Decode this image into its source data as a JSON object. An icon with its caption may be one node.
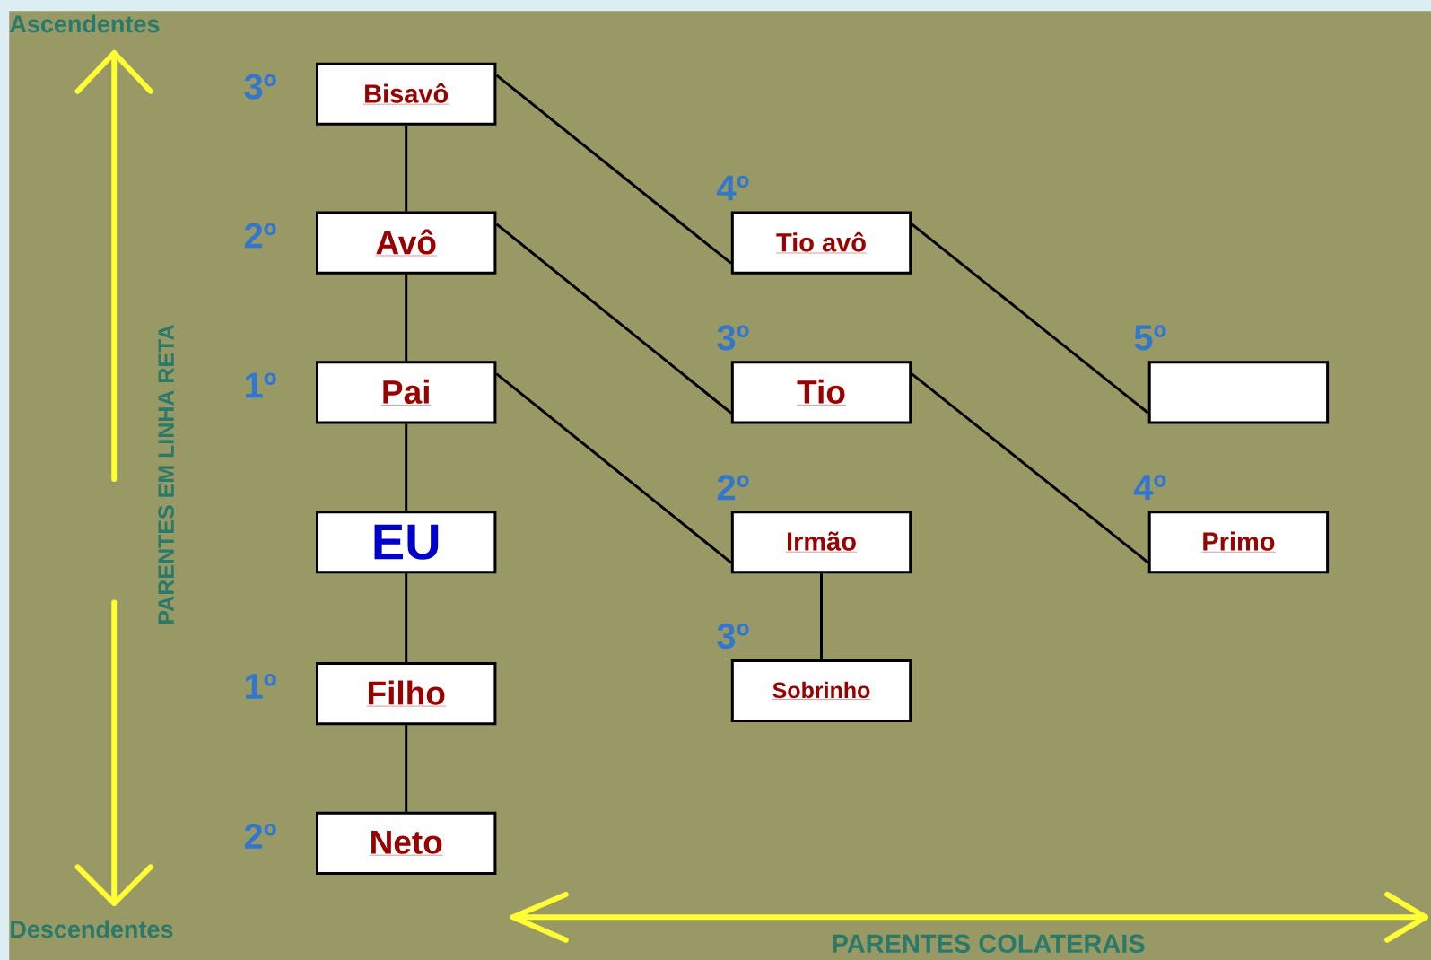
{
  "diagram": {
    "nodes": [
      {
        "text": [
          "Bisavô"
        ],
        "beside": [
          "3º"
        ]
      },
      {
        "text": [
          "Avô"
        ],
        "beside": [
          "2º"
        ]
      },
      {
        "text": [
          "Pai"
        ],
        "beside": [
          "1º"
        ]
      },
      {
        "text": [
          "EU"
        ]
      },
      {
        "text": [
          "Filho"
        ],
        "beside": [
          "1º"
        ]
      },
      {
        "text": [
          "Neto"
        ],
        "beside": [
          "2º"
        ]
      },
      {
        "text": [
          "Tio avô"
        ],
        "beside": [
          "4º"
        ]
      },
      {
        "text": [
          "Tio"
        ],
        "beside": [
          "3º"
        ]
      },
      {
        "text": [
          "Irmão"
        ],
        "beside": [
          "2º"
        ]
      },
      {
        "text": [
          "Sobrinho"
        ],
        "beside": [
          "3º"
        ]
      },
      {
        "text": [],
        "shape": "box",
        "beside": [
          "5º"
        ]
      },
      {
        "text": [
          "Primo"
        ],
        "beside": [
          "4º"
        ]
      }
    ],
    "edges": [
      {
        "from": 0,
        "to": 1,
        "arrow": "none"
      },
      {
        "from": 1,
        "to": 2,
        "arrow": "none"
      },
      {
        "from": 2,
        "to": 3,
        "arrow": "none"
      },
      {
        "from": 3,
        "to": 4,
        "arrow": "none"
      },
      {
        "from": 4,
        "to": 5,
        "arrow": "none"
      },
      {
        "from": 0,
        "to": 6,
        "arrow": "none"
      },
      {
        "from": 1,
        "to": 7,
        "arrow": "none"
      },
      {
        "from": 2,
        "to": 8,
        "arrow": "none"
      },
      {
        "from": 8,
        "to": 9,
        "arrow": "none"
      },
      {
        "from": 6,
        "to": 10,
        "arrow": "none"
      },
      {
        "from": 7,
        "to": 11,
        "arrow": "none"
      }
    ],
    "labels": [
      "Ascendentes",
      "PARENTES EM LINHA RETA",
      "Descendentes",
      "PARENTES COLATERAIS"
    ]
  }
}
